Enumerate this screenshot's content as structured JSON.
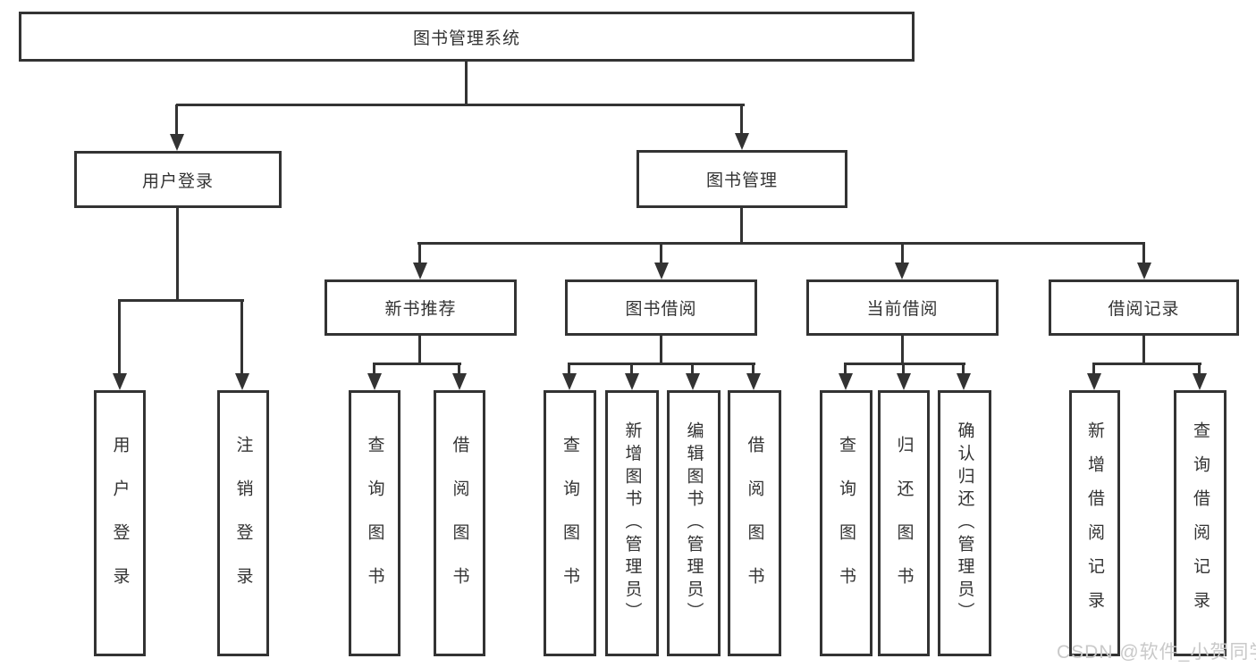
{
  "diagram": {
    "root": {
      "label": "图书管理系统"
    },
    "level2": [
      {
        "label": "用户登录"
      },
      {
        "label": "图书管理"
      }
    ],
    "level3": [
      {
        "label": "新书推荐"
      },
      {
        "label": "图书借阅"
      },
      {
        "label": "当前借阅"
      },
      {
        "label": "借阅记录"
      }
    ],
    "leaves": {
      "user": [
        {
          "label": "用户登录"
        },
        {
          "label": "注销登录"
        }
      ],
      "recommend": [
        {
          "label": "查询图书"
        },
        {
          "label": "借阅图书"
        }
      ],
      "borrow": [
        {
          "label": "查询图书"
        },
        {
          "label": "新增图书（管理员）"
        },
        {
          "label": "编辑图书（管理员）"
        },
        {
          "label": "借阅图书"
        }
      ],
      "current": [
        {
          "label": "查询图书"
        },
        {
          "label": "归还图书"
        },
        {
          "label": "确认归还（管理员）"
        }
      ],
      "records": [
        {
          "label": "新增借阅记录"
        },
        {
          "label": "查询借阅记录"
        }
      ]
    }
  },
  "watermark": {
    "text": "CSDN @软件_小贺同学"
  },
  "colors": {
    "line": "#333333",
    "text": "#333333",
    "background": "#ffffff",
    "watermark": "#c9c9c9"
  }
}
